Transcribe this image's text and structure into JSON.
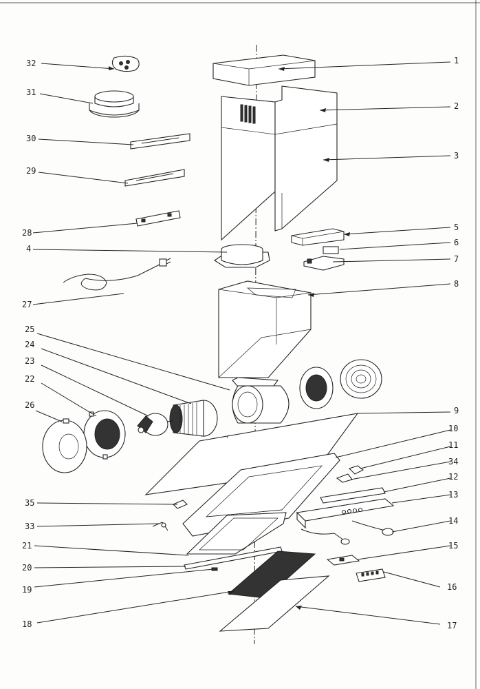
{
  "diagram": {
    "labels": [
      {
        "id": "lbl-1",
        "text": "1"
      },
      {
        "id": "lbl-2",
        "text": "2"
      },
      {
        "id": "lbl-3",
        "text": "3"
      },
      {
        "id": "lbl-4",
        "text": "4"
      },
      {
        "id": "lbl-5",
        "text": "5"
      },
      {
        "id": "lbl-6",
        "text": "6"
      },
      {
        "id": "lbl-7",
        "text": "7"
      },
      {
        "id": "lbl-8",
        "text": "8"
      },
      {
        "id": "lbl-9",
        "text": "9"
      },
      {
        "id": "lbl-10",
        "text": "10"
      },
      {
        "id": "lbl-11",
        "text": "11"
      },
      {
        "id": "lbl-12",
        "text": "12"
      },
      {
        "id": "lbl-13",
        "text": "13"
      },
      {
        "id": "lbl-14",
        "text": "14"
      },
      {
        "id": "lbl-15",
        "text": "15"
      },
      {
        "id": "lbl-16",
        "text": "16"
      },
      {
        "id": "lbl-17",
        "text": "17"
      },
      {
        "id": "lbl-18",
        "text": "18"
      },
      {
        "id": "lbl-19",
        "text": "19"
      },
      {
        "id": "lbl-20",
        "text": "20"
      },
      {
        "id": "lbl-21",
        "text": "21"
      },
      {
        "id": "lbl-22",
        "text": "22"
      },
      {
        "id": "lbl-23",
        "text": "23"
      },
      {
        "id": "lbl-24",
        "text": "24"
      },
      {
        "id": "lbl-25",
        "text": "25"
      },
      {
        "id": "lbl-26",
        "text": "26"
      },
      {
        "id": "lbl-27",
        "text": "27"
      },
      {
        "id": "lbl-28",
        "text": "28"
      },
      {
        "id": "lbl-29",
        "text": "29"
      },
      {
        "id": "lbl-30",
        "text": "30"
      },
      {
        "id": "lbl-31",
        "text": "31"
      },
      {
        "id": "lbl-32",
        "text": "32"
      },
      {
        "id": "lbl-33",
        "text": "33"
      },
      {
        "id": "lbl-34",
        "text": "34"
      },
      {
        "id": "lbl-35",
        "text": "35"
      }
    ]
  }
}
